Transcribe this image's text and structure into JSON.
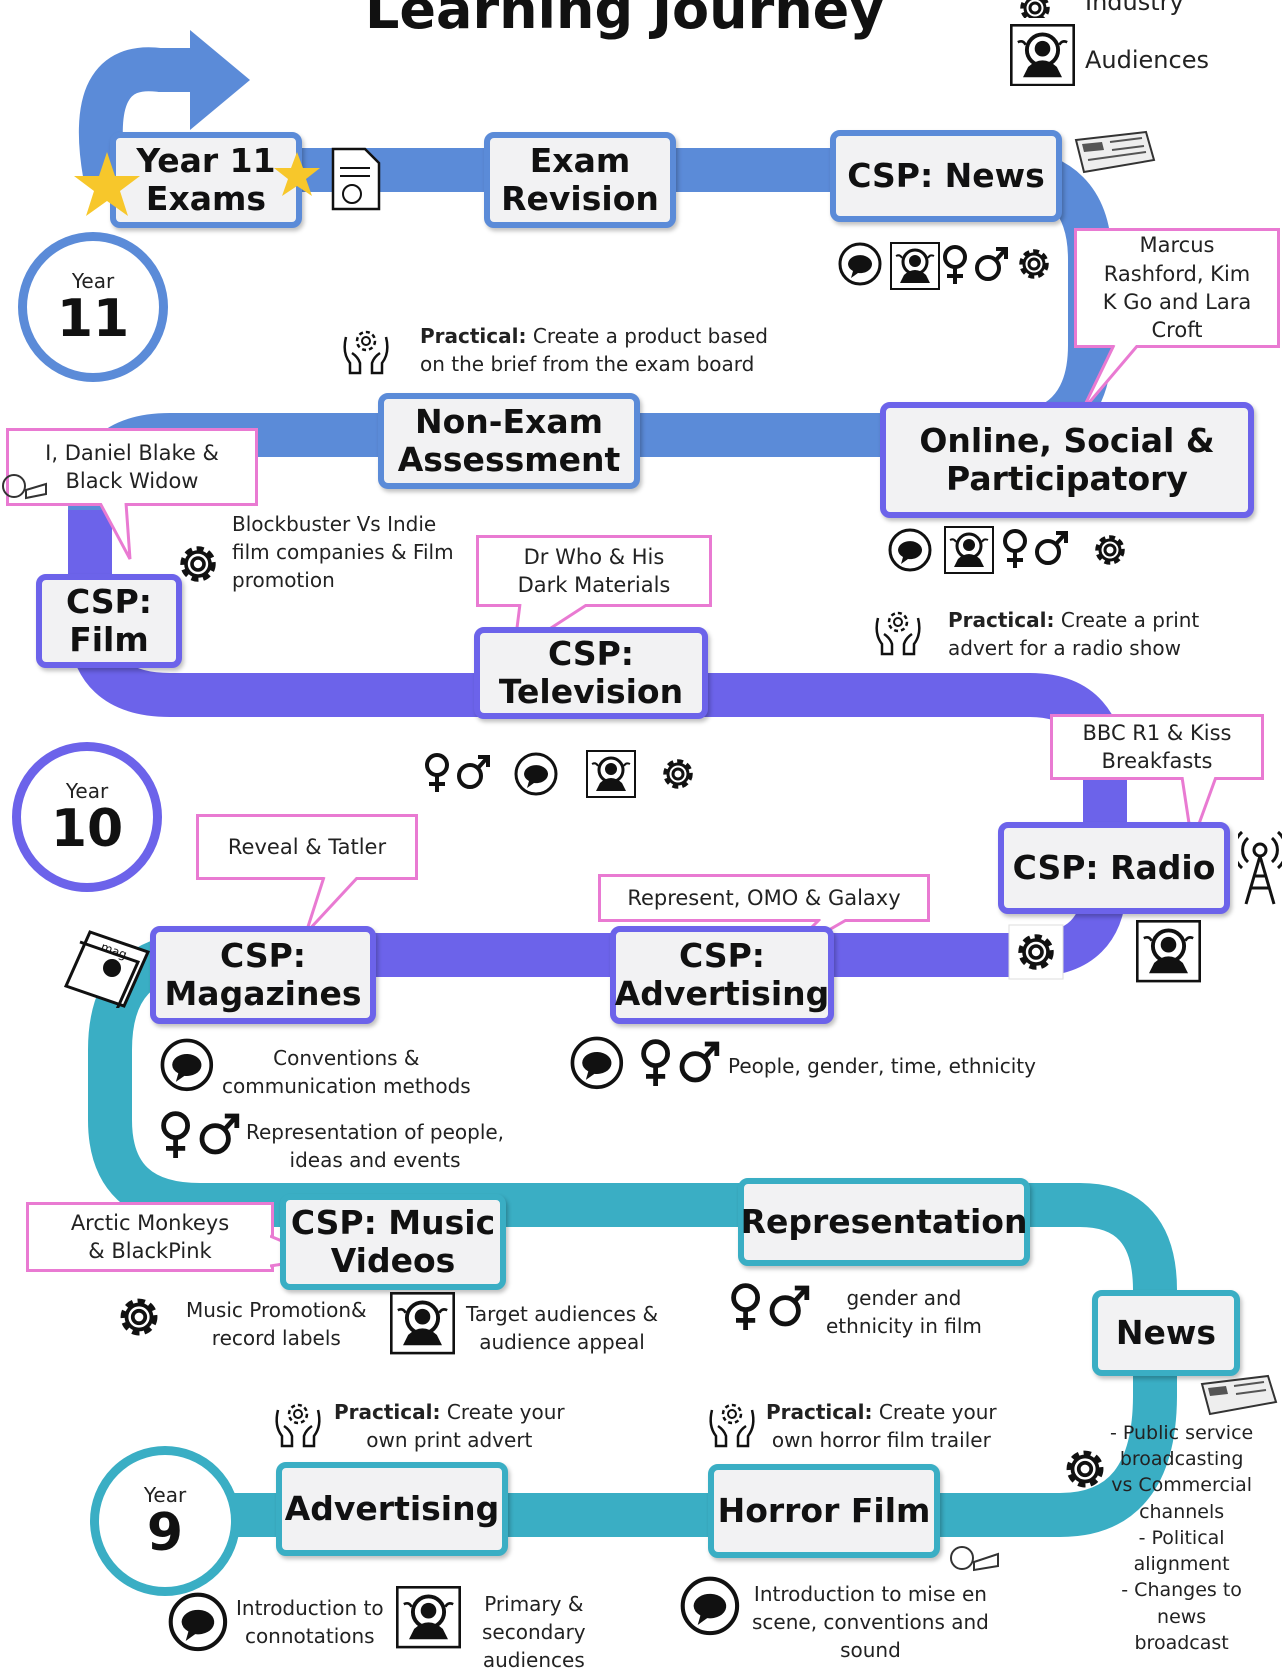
{
  "header": {
    "title": "Learning Journey",
    "legend": {
      "industry": "Industry",
      "audiences": "Audiences"
    }
  },
  "years": [
    {
      "label": "Year",
      "number": "11"
    },
    {
      "label": "Year",
      "number": "10"
    },
    {
      "label": "Year",
      "number": "9"
    }
  ],
  "steps": {
    "y11_exams": "Year 11\nExams",
    "exam_revision": "Exam\nRevision",
    "csp_news": "CSP: News",
    "online_social": "Online, Social &\nParticipatory",
    "nea": "Non-Exam\nAssessment",
    "csp_film": "CSP:\nFilm",
    "csp_television": "CSP:\nTelevision",
    "csp_radio": "CSP: Radio",
    "csp_advertising": "CSP:\nAdvertising",
    "csp_magazines": "CSP:\nMagazines",
    "csp_music_videos": "CSP: Music\nVideos",
    "representation": "Representation",
    "news": "News",
    "horror_film": "Horror Film",
    "advertising": "Advertising"
  },
  "bubbles": {
    "marcus": "Marcus\nRashford, Kim\nK Go and Lara\nCroft",
    "daniel_blake": "I, Daniel Blake &\nBlack Widow",
    "dr_who": "Dr Who & His\nDark Materials",
    "bbc_r1": "BBC R1 & Kiss\nBreakfasts",
    "reveal_tatler": "Reveal & Tatler",
    "represent_omo": "Represent, OMO & Galaxy",
    "arctic_monkeys": "Arctic Monkeys\n& BlackPink"
  },
  "notes": {
    "practical_label": "Practical:",
    "nea_practical": "Create a product based\non the brief from the exam board",
    "radio_practical": "Create a print\nadvert for a radio show",
    "blockbuster": "Blockbuster Vs Indie\nfilm companies & Film\npromotion",
    "people_gender": "People, gender, time, ethnicity",
    "conventions": "Conventions &\ncommunication methods",
    "representation_people": "Representation of people,\nideas and events",
    "music_promotion": "Music Promotion&\nrecord labels",
    "target_audiences": "Target audiences &\naudience appeal",
    "gender_ethnicity": "gender and\nethnicity in film",
    "public_service": "- Public service\nbroadcasting\nvs Commercial\nchannels\n- Political\nalignment\n- Changes to\nnews\nbroadcast",
    "print_advert_practical": "Create your\nown print advert",
    "horror_practical": "Create your\nown horror film trailer",
    "connotations": "Introduction to\nconnotations",
    "primary_secondary": "Primary &\nsecondary\naudiences",
    "mise_en_scene": "Introduction to mise en\nscene, conventions and\nsound"
  },
  "colors": {
    "year11": "#5b8bd8",
    "year10": "#6c63ea",
    "year9": "#3aaec4",
    "bubble_border": "#e97ad2",
    "star": "#f7c72b"
  },
  "icons": [
    "speech-icon",
    "audience-icon",
    "gender-icon",
    "gear-icon",
    "hands-gear-icon",
    "newspaper-icon",
    "magazine-icon",
    "film-reel-icon",
    "radio-tower-icon",
    "exam-paper-icon",
    "star-icon",
    "arrow-icon"
  ]
}
